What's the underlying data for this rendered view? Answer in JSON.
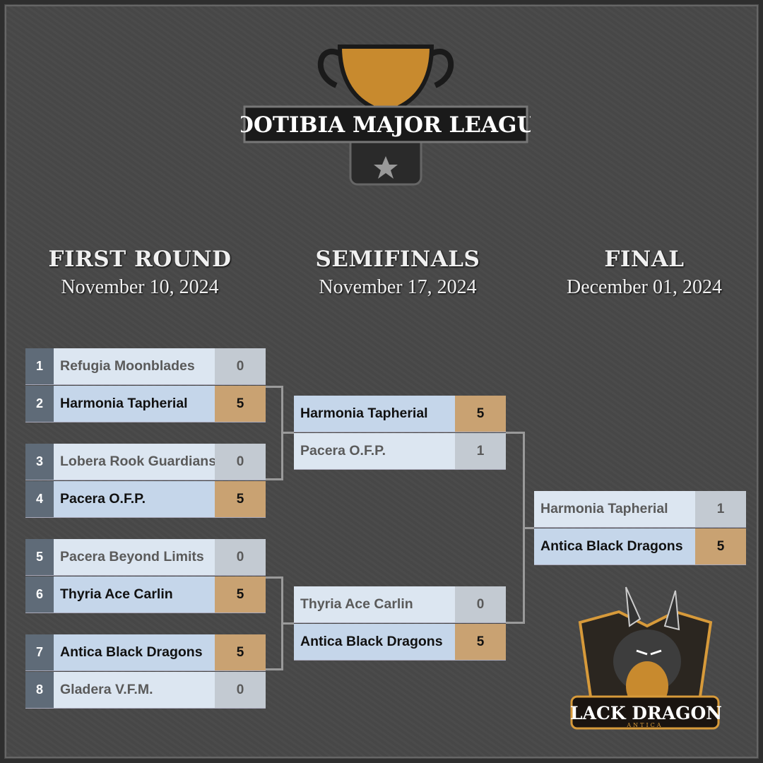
{
  "logo": {
    "text": "FOOTIBIA MAJOR LEAGUE"
  },
  "rounds": [
    {
      "title": "FIRST ROUND",
      "date": "November 10, 2024"
    },
    {
      "title": "SEMIFINALS",
      "date": "November 17, 2024"
    },
    {
      "title": "FINAL",
      "date": "December 01, 2024"
    }
  ],
  "first_round": [
    {
      "seed": "1",
      "team": "Refugia Moonblades",
      "score": "0",
      "winner": false
    },
    {
      "seed": "2",
      "team": "Harmonia Tapherial",
      "score": "5",
      "winner": true
    },
    {
      "seed": "3",
      "team": "Lobera Rook Guardians",
      "score": "0",
      "winner": false
    },
    {
      "seed": "4",
      "team": "Pacera O.F.P.",
      "score": "5",
      "winner": true
    },
    {
      "seed": "5",
      "team": "Pacera Beyond Limits",
      "score": "0",
      "winner": false
    },
    {
      "seed": "6",
      "team": "Thyria Ace Carlin",
      "score": "5",
      "winner": true
    },
    {
      "seed": "7",
      "team": "Antica Black Dragons",
      "score": "5",
      "winner": true
    },
    {
      "seed": "8",
      "team": "Gladera V.F.M.",
      "score": "0",
      "winner": false
    }
  ],
  "semifinals": [
    {
      "team": "Harmonia Tapherial",
      "score": "5",
      "winner": true
    },
    {
      "team": "Pacera O.F.P.",
      "score": "1",
      "winner": false
    },
    {
      "team": "Thyria Ace Carlin",
      "score": "0",
      "winner": false
    },
    {
      "team": "Antica Black Dragons",
      "score": "5",
      "winner": true
    }
  ],
  "final": [
    {
      "team": "Harmonia Tapherial",
      "score": "1",
      "winner": false
    },
    {
      "team": "Antica Black Dragons",
      "score": "5",
      "winner": true
    }
  ],
  "champion_logo": {
    "text": "BLACK DRAGONS",
    "subtext": "ANTICA"
  },
  "colors": {
    "winner_score": "#c9a272",
    "loser_score": "#c3cad2",
    "seed": "#5f6b78"
  }
}
